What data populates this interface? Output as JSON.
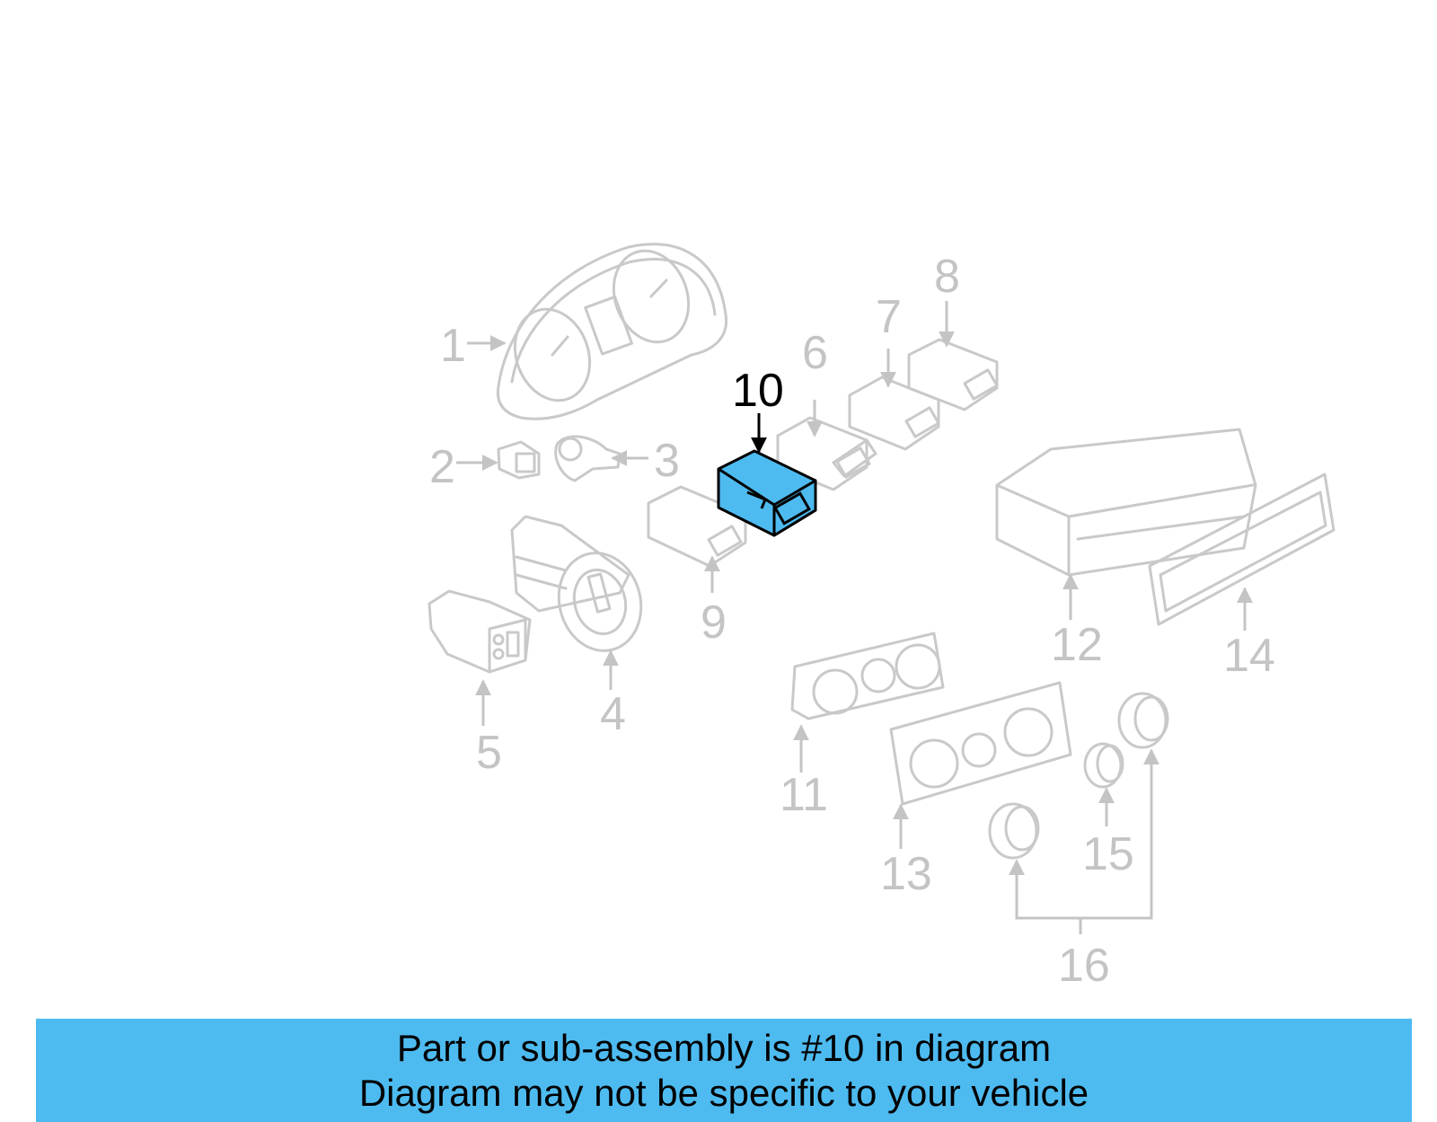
{
  "callouts": {
    "c1": "1",
    "c2": "2",
    "c3": "3",
    "c4": "4",
    "c5": "5",
    "c6": "6",
    "c7": "7",
    "c8": "8",
    "c9": "9",
    "c10": "10",
    "c11": "11",
    "c12": "12",
    "c13": "13",
    "c14": "14",
    "c15": "15",
    "c16": "16"
  },
  "highlight": {
    "part_number": "10",
    "color": "#4ebbf0"
  },
  "footer": {
    "line1": "Part or sub-assembly is #10 in diagram",
    "line2": "Diagram may not be specific to your vehicle"
  }
}
